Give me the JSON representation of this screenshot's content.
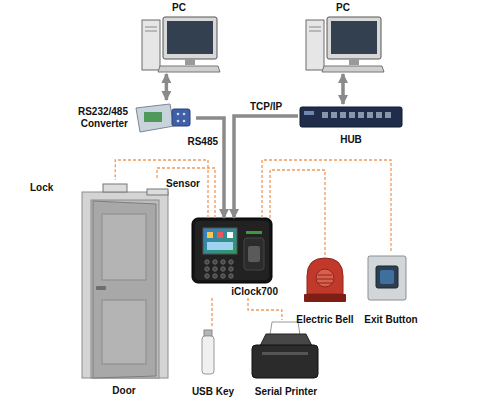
{
  "diagram": {
    "nodes": [
      {
        "text": [
          "PC"
        ]
      },
      {
        "text": [
          "PC"
        ]
      },
      {
        "text": [
          "RS232/485 Converter"
        ]
      },
      {
        "text": [
          "HUB"
        ]
      },
      {
        "text": [
          "Lock"
        ]
      },
      {
        "text": [
          "Sensor"
        ]
      },
      {
        "text": [
          "Door"
        ]
      },
      {
        "text": [
          "iClock700"
        ]
      },
      {
        "text": [
          "Electric Bell"
        ]
      },
      {
        "text": [
          "Exit Button"
        ]
      },
      {
        "text": [
          "USB Key"
        ]
      },
      {
        "text": [
          "Serial Printer"
        ]
      }
    ],
    "edges": [
      {
        "from": 0,
        "to": 2,
        "arrow": "both"
      },
      {
        "from": 1,
        "to": 3,
        "arrow": "both"
      },
      {
        "from": 2,
        "to": 7,
        "label": "RS485",
        "arrow": "to"
      },
      {
        "from": 3,
        "to": 7,
        "label": "TCP/IP",
        "arrow": "to"
      },
      {
        "from": 7,
        "to": 4,
        "arrow": "none"
      },
      {
        "from": 7,
        "to": 5,
        "arrow": "none"
      },
      {
        "from": 7,
        "to": 8,
        "arrow": "none"
      },
      {
        "from": 7,
        "to": 9,
        "arrow": "none"
      },
      {
        "from": 7,
        "to": 10,
        "arrow": "none"
      },
      {
        "from": 7,
        "to": 11,
        "arrow": "none"
      }
    ]
  }
}
